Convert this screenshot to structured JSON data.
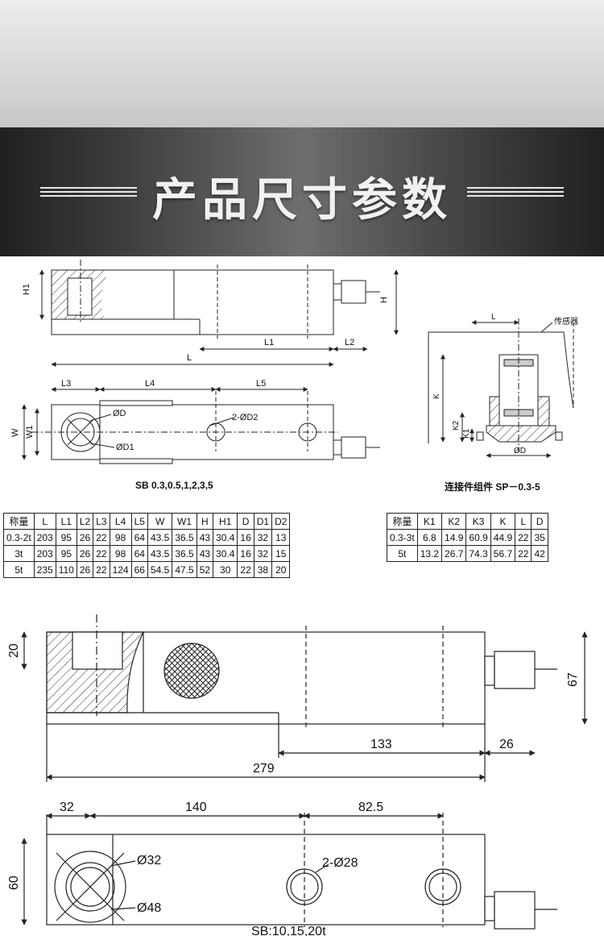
{
  "banner": {
    "title": "产品尺寸参数"
  },
  "small_drawings": {
    "side_labels": {
      "h1": "H1",
      "h": "H",
      "l1": "L1",
      "l2": "L2",
      "l": "L"
    },
    "top_labels": {
      "l3": "L3",
      "l4": "L4",
      "l5": "L5",
      "w": "W",
      "w1": "W1",
      "od": "ØD",
      "od1": "ØD1",
      "holes": "2-ØD2"
    },
    "caption": "SB 0.3,0.5,1,2,3,5",
    "connector_labels": {
      "l": "L",
      "sensor": "传感器",
      "k": "K",
      "k2": "K2",
      "k1": "K1",
      "od": "ØD"
    },
    "connector_caption": "连接件组件 SP－0.3-5"
  },
  "table_sb": {
    "headers": [
      "称量",
      "L",
      "L1",
      "L2",
      "L3",
      "L4",
      "L5",
      "W",
      "W1",
      "H",
      "H1",
      "D",
      "D1",
      "D2"
    ],
    "rows": [
      [
        "0.3-2t",
        "203",
        "95",
        "26",
        "22",
        "98",
        "64",
        "43.5",
        "36.5",
        "43",
        "30.4",
        "16",
        "32",
        "13"
      ],
      [
        "3t",
        "203",
        "95",
        "26",
        "22",
        "98",
        "64",
        "43.5",
        "36.5",
        "43",
        "30.4",
        "16",
        "32",
        "15"
      ],
      [
        "5t",
        "235",
        "110",
        "26",
        "22",
        "124",
        "66",
        "54.5",
        "47.5",
        "52",
        "30",
        "22",
        "38",
        "20"
      ]
    ]
  },
  "table_sp": {
    "headers": [
      "称量",
      "K1",
      "K2",
      "K3",
      "K",
      "L",
      "D"
    ],
    "rows": [
      [
        "0.3-3t",
        "6.8",
        "14.9",
        "60.9",
        "44.9",
        "22",
        "35"
      ],
      [
        "5t",
        "13.2",
        "26.7",
        "74.3",
        "56.7",
        "22",
        "42"
      ]
    ]
  },
  "large_drawings": {
    "side_dims": {
      "h1": "20",
      "h": "67",
      "l1": "133",
      "l2": "26",
      "l": "279"
    },
    "top_dims": {
      "l3": "32",
      "l4": "140",
      "l5": "82.5",
      "w": "60",
      "od": "Ø32",
      "od1": "Ø48",
      "holes": "2-Ø28"
    },
    "caption": "SB:10,15,20t"
  }
}
